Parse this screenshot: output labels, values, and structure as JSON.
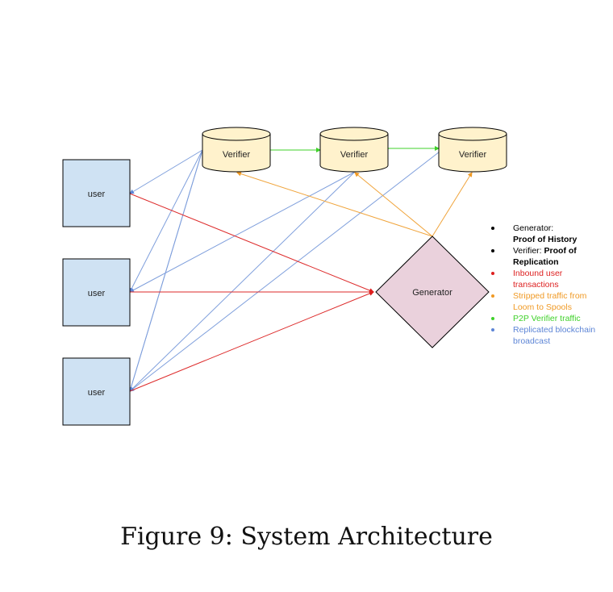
{
  "nodes": {
    "verifiers": [
      {
        "label": "Verifier"
      },
      {
        "label": "Verifier"
      },
      {
        "label": "Verifier"
      }
    ],
    "users": [
      {
        "label": "user"
      },
      {
        "label": "user"
      },
      {
        "label": "user"
      }
    ],
    "generator": {
      "label": "Generator"
    }
  },
  "legend": [
    {
      "prefix": "Generator:",
      "term": "Proof of History",
      "color": "#000000"
    },
    {
      "prefix": "Verifier:",
      "term": "Proof of Replication",
      "color": "#000000"
    },
    {
      "prefix": "Inbound user transactions",
      "term": "",
      "color": "#dd1f1f"
    },
    {
      "prefix": "Stripped traffic from Loom to Spools",
      "term": "",
      "color": "#f09a25"
    },
    {
      "prefix": "P2P Verifier traffic",
      "term": "",
      "color": "#3fd12a"
    },
    {
      "prefix": "Replicated blockchain broadcast",
      "term": "",
      "color": "#5d85d6"
    }
  ],
  "colors": {
    "user_box_fill": "#cfe2f3",
    "verifier_fill": "#fff2cc",
    "generator_fill": "#ead1dc",
    "inbound": "#dd1f1f",
    "stripped": "#f09a25",
    "p2p": "#3fd12a",
    "replicated": "#5d85d6"
  },
  "caption": "Figure 9: System Architecture"
}
